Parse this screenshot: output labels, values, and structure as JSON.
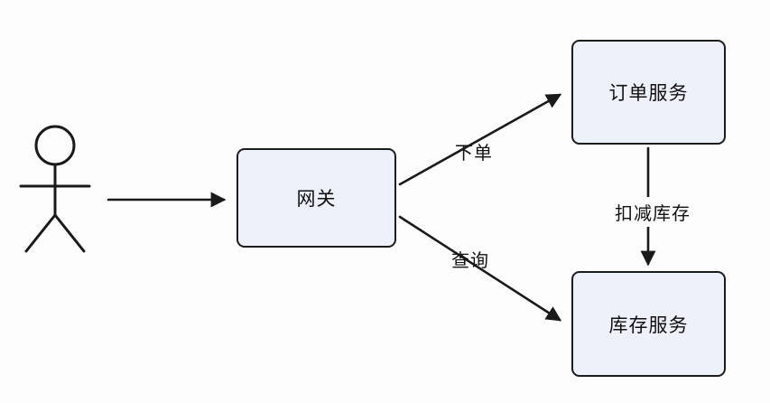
{
  "diagram": {
    "title": "gateway-order-inventory-flow",
    "actor": {
      "name": "user"
    },
    "nodes": [
      {
        "id": "gateway",
        "label": "网关"
      },
      {
        "id": "order-service",
        "label": "订单服务"
      },
      {
        "id": "inventory-service",
        "label": "库存服务"
      }
    ],
    "edges": [
      {
        "id": "user-to-gateway",
        "label": ""
      },
      {
        "id": "gateway-to-order",
        "label": "下单"
      },
      {
        "id": "gateway-to-inventory",
        "label": "查询"
      },
      {
        "id": "order-to-inventory",
        "label": "扣减库存"
      }
    ],
    "colors": {
      "background": "#fdfdfd",
      "node_fill": "#edf1fa",
      "node_border": "#1c1c1c",
      "line": "#1a1a1a",
      "text": "#111111"
    }
  }
}
